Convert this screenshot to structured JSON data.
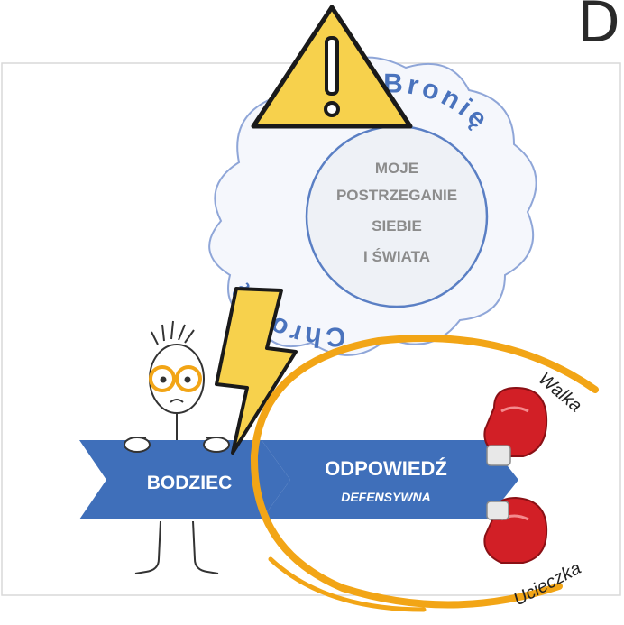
{
  "slide": {
    "heading_fragment": "D"
  },
  "cloud": {
    "center_lines": [
      "MOJE",
      "POSTRZEGANIE",
      "SIEBIE",
      "I ŚWIATA"
    ],
    "arc_word_left": "Chronię",
    "arc_word_right": "Bronię"
  },
  "arrow": {
    "stimulus_label": "BODZIEC",
    "response_label": "ODPOWIEDŹ",
    "response_sublabel": "DEFENSYWNA"
  },
  "gloves": {
    "top_label": "Walka",
    "bottom_label": "Ucieczka"
  },
  "colors": {
    "arrow_blue": "#3f6fba",
    "accent_orange": "#f2a516",
    "warning_yellow": "#f7d14c",
    "glove_red": "#d21f26",
    "cloud_outline": "#8fa6d8",
    "center_text": "#8c8c8c"
  },
  "icons": [
    "warning-triangle-icon",
    "lightning-bolt-icon",
    "boxing-glove-icon",
    "stick-figure-character"
  ]
}
